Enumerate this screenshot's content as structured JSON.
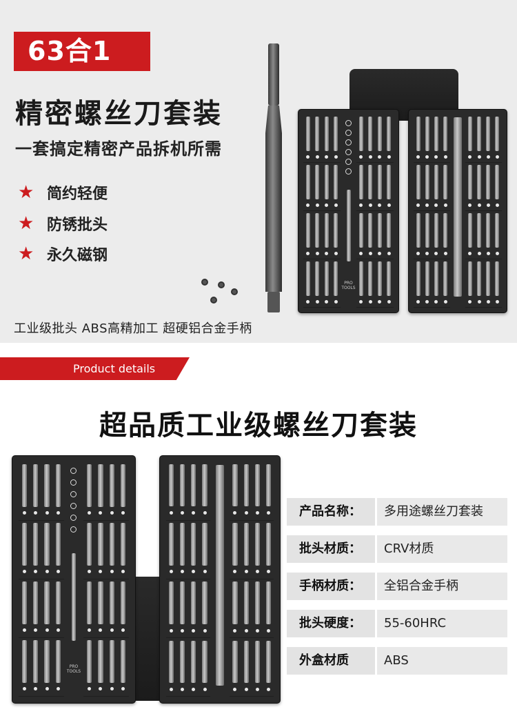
{
  "hero": {
    "badge": "63合1",
    "title": "精密螺丝刀套装",
    "subtitle": "一套搞定精密产品拆机所需",
    "features": [
      {
        "icon": "star-icon",
        "label": "简约轻便"
      },
      {
        "icon": "star-icon",
        "label": "防锈批头"
      },
      {
        "icon": "star-icon",
        "label": "永久磁钢"
      }
    ],
    "footer": "工业级批头  ABS高精加工  超硬铝合金手柄",
    "kit_label": "PRO\nTOOLS"
  },
  "banner": {
    "label": "Product details"
  },
  "section": {
    "title": "超品质工业级螺丝刀套装"
  },
  "specs": [
    {
      "key": "产品名称：",
      "value": "多用途螺丝刀套装"
    },
    {
      "key": "批头材质：",
      "value": "CRV材质"
    },
    {
      "key": "手柄材质：",
      "value": "全铝合金手柄"
    },
    {
      "key": "批头硬度：",
      "value": "55-60HRC"
    },
    {
      "key": "外盒材质",
      "value": "ABS"
    }
  ],
  "colors": {
    "accent": "#cc1c1f",
    "hero_bg": "#ececec",
    "kit": "#2a2a2a"
  }
}
